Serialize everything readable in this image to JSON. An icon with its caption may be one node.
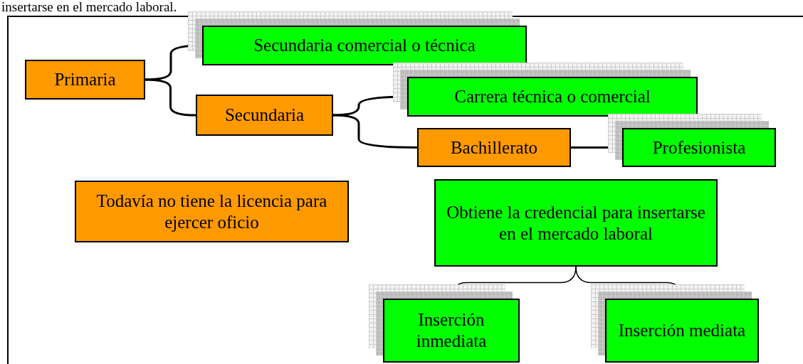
{
  "diagram": {
    "nodes": [
      {
        "text": [
          "Primaria"
        ]
      },
      {
        "text": [
          "Secundaria comercial o técnica"
        ]
      },
      {
        "text": [
          "Secundaria"
        ]
      },
      {
        "text": [
          "Carrera técnica o comercial"
        ]
      },
      {
        "text": [
          "Bachillerato"
        ]
      },
      {
        "text": [
          "Profesionista"
        ]
      },
      {
        "text": [
          "Todavía no tiene la licencia para ejercer oficio"
        ]
      },
      {
        "text": [
          "Obtiene la credencial para insertarse en el mercado laboral"
        ]
      },
      {
        "text": [
          "Inserción inmediata"
        ]
      },
      {
        "text": [
          "Inserción mediata"
        ]
      }
    ],
    "edges": [
      {
        "from": 0,
        "to": 1,
        "arrow": "none"
      },
      {
        "from": 0,
        "to": 2,
        "arrow": "none"
      },
      {
        "from": 2,
        "to": 3,
        "arrow": "none"
      },
      {
        "from": 2,
        "to": 4,
        "arrow": "none"
      },
      {
        "from": 4,
        "to": 5,
        "arrow": "none"
      },
      {
        "from": 7,
        "to": 8,
        "arrow": "none"
      },
      {
        "from": 7,
        "to": 9,
        "arrow": "none"
      }
    ],
    "labels": [
      "insertarse en el mercado laboral."
    ]
  }
}
